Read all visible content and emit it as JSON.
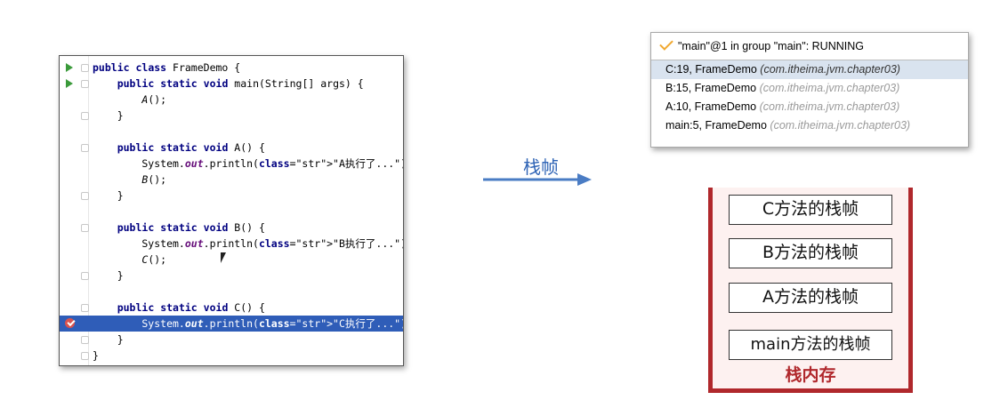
{
  "editor": {
    "lines": [
      {
        "text": "public class FrameDemo {",
        "gutter": "run"
      },
      {
        "text": "    public static void main(String[] args) {",
        "gutter": "run"
      },
      {
        "text": "        A();",
        "gutter": ""
      },
      {
        "text": "    }",
        "gutter": ""
      },
      {
        "text": "",
        "gutter": ""
      },
      {
        "text": "    public static void A() {",
        "gutter": ""
      },
      {
        "text": "        System.out.println(\"A执行了...\");",
        "gutter": ""
      },
      {
        "text": "        B();",
        "gutter": ""
      },
      {
        "text": "    }",
        "gutter": ""
      },
      {
        "text": "",
        "gutter": ""
      },
      {
        "text": "    public static void B() {",
        "gutter": ""
      },
      {
        "text": "        System.out.println(\"B执行了...\");",
        "gutter": ""
      },
      {
        "text": "        C();",
        "gutter": ""
      },
      {
        "text": "    }",
        "gutter": ""
      },
      {
        "text": "",
        "gutter": ""
      },
      {
        "text": "    public static void C() {",
        "gutter": ""
      },
      {
        "text": "        System.out.println(\"C执行了...\");",
        "gutter": "breakpoint"
      },
      {
        "text": "    }",
        "gutter": ""
      },
      {
        "text": "}",
        "gutter": ""
      }
    ],
    "highlighted_line": 16
  },
  "arrow": {
    "label": "栈帧"
  },
  "threads": {
    "header": "\"main\"@1 in group \"main\": RUNNING",
    "frames": [
      {
        "loc": "C:19, FrameDemo",
        "pkg": "(com.itheima.jvm.chapter03)",
        "selected": true
      },
      {
        "loc": "B:15, FrameDemo",
        "pkg": "(com.itheima.jvm.chapter03)",
        "selected": false
      },
      {
        "loc": "A:10, FrameDemo",
        "pkg": "(com.itheima.jvm.chapter03)",
        "selected": false
      },
      {
        "loc": "main:5, FrameDemo",
        "pkg": "(com.itheima.jvm.chapter03)",
        "selected": false
      }
    ]
  },
  "stack": {
    "frames": [
      "C方法的栈帧",
      "B方法的栈帧",
      "A方法的栈帧",
      "main方法的栈帧"
    ],
    "label": "栈内存"
  },
  "colors": {
    "accent": "#2e63b5",
    "stack_border": "#b0282c",
    "highlight": "#2f5db8"
  }
}
